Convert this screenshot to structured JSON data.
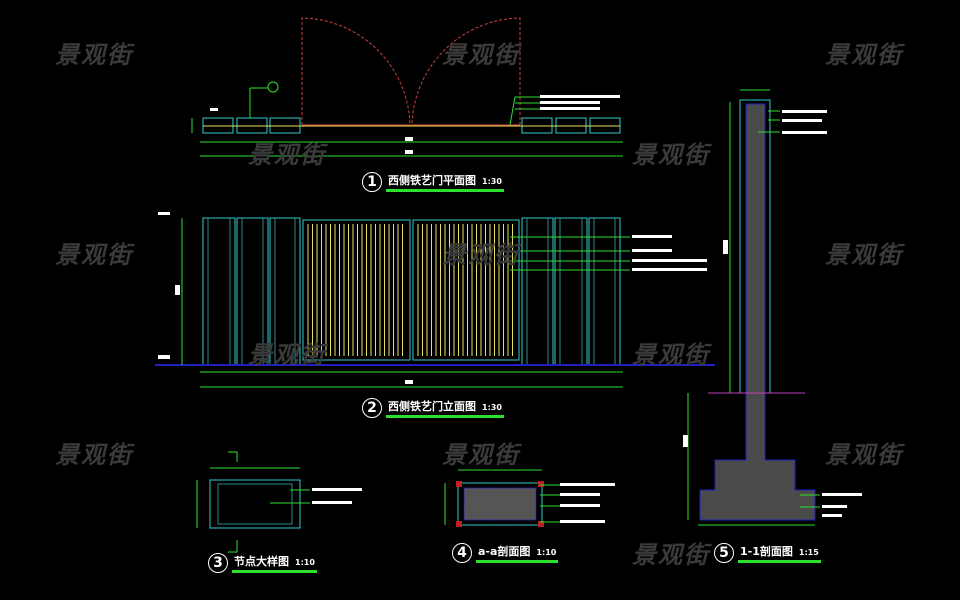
{
  "watermark": "景观街",
  "drawings": [
    {
      "number": "1",
      "title": "西侧铁艺门平面图",
      "scale": "1:30"
    },
    {
      "number": "2",
      "title": "西侧铁艺门立面图",
      "scale": "1:30"
    },
    {
      "number": "3",
      "title": "节点大样图",
      "scale": "1:10"
    },
    {
      "number": "4",
      "title": "a-a剖面图",
      "scale": "1:10"
    },
    {
      "number": "5",
      "title": "1-1剖面图",
      "scale": "1:15"
    }
  ],
  "colors": {
    "background": "#000000",
    "dimension": "#2ee02e",
    "outline": "#33cccc",
    "gate": "#e8e060",
    "ground": "#2020c0",
    "arc": "#d04040"
  }
}
